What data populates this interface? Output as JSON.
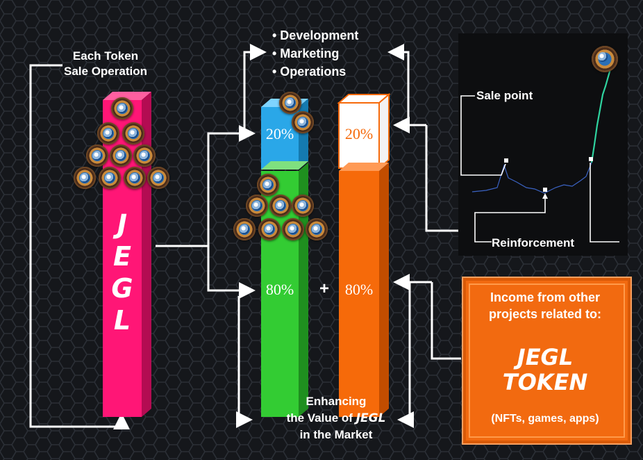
{
  "left_column": {
    "caption_line1": "Each Token",
    "caption_line2": "Sale Operation",
    "logo_letters": [
      "J",
      "E",
      "G",
      "L"
    ]
  },
  "top_list": [
    "• Development",
    "• Marketing",
    "• Operations"
  ],
  "blue_percent": "20%",
  "green_percent": "80%",
  "plus_sign": "+",
  "white_percent": "20%",
  "orange_percent": "80%",
  "chart_panel": {
    "sale_point_label": "Sale point",
    "reinforcement_label": "Reinforcement"
  },
  "income_box": {
    "line1": "Income from other",
    "line2": "projects related to:",
    "logo_line1": "JEGL",
    "logo_line2": "TOKEN",
    "footnote": "(NFTs, games, apps)"
  },
  "bottom_caption": {
    "line1": "Enhancing",
    "line2_prefix": "the Value of ",
    "line2_logo": "JEGL",
    "line3": "in the Market"
  },
  "colors": {
    "pink": "#ff1676",
    "blue": "#2aa7e8",
    "green": "#33cc33",
    "orange": "#f66a0a",
    "background": "#15171b"
  }
}
